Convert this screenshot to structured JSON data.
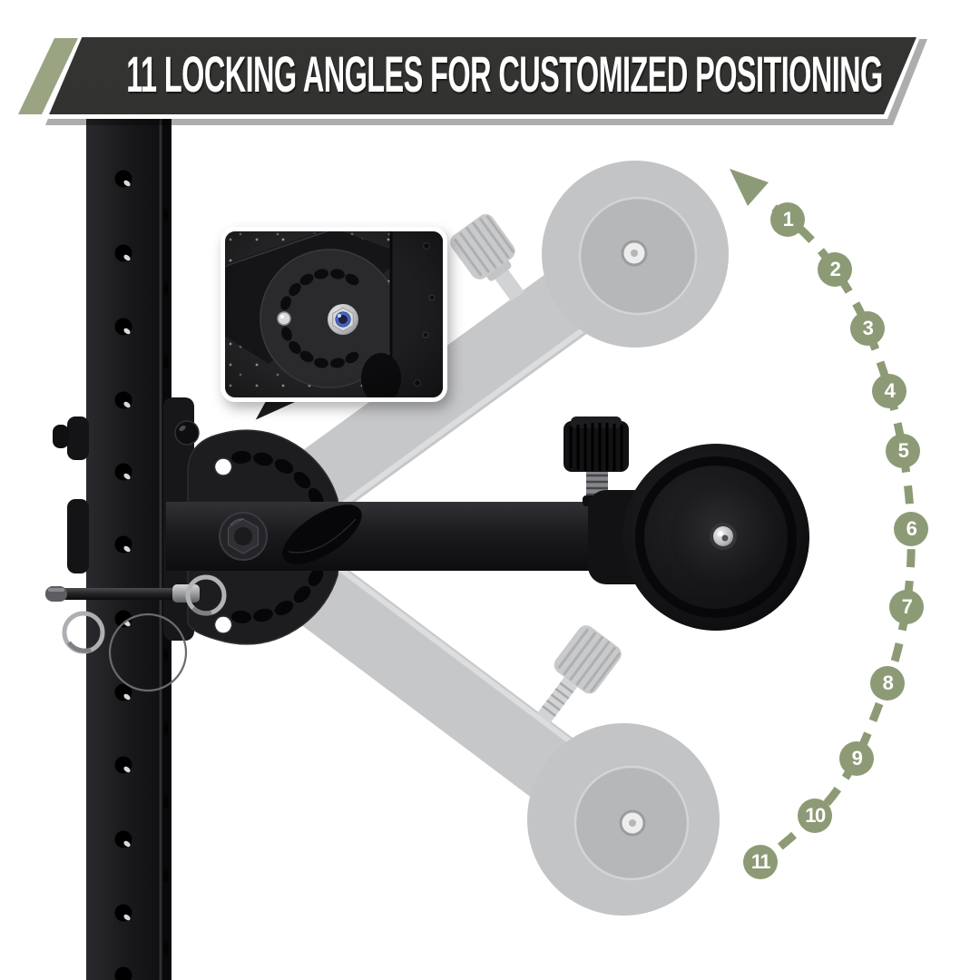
{
  "banner": {
    "title": "11 LOCKING ANGLES FOR CUSTOMIZED POSITIONING"
  },
  "arc": {
    "numbers": [
      "1",
      "2",
      "3",
      "4",
      "5",
      "6",
      "7",
      "8",
      "9",
      "10",
      "11"
    ]
  },
  "icons": {
    "rotation_arrow": "arrow-pointing-up-left",
    "callout_tail": "speech-bubble-tail"
  },
  "colors": {
    "accent_green_badge": "#8D9A76",
    "accent_green_stripe": "#9AA483",
    "banner_background": "#2E2E2C",
    "banner_text": "#FFFFFF",
    "ghost_gray": "#C5C6C8",
    "product_black": "#161618",
    "page_background": "#FFFFFF"
  }
}
